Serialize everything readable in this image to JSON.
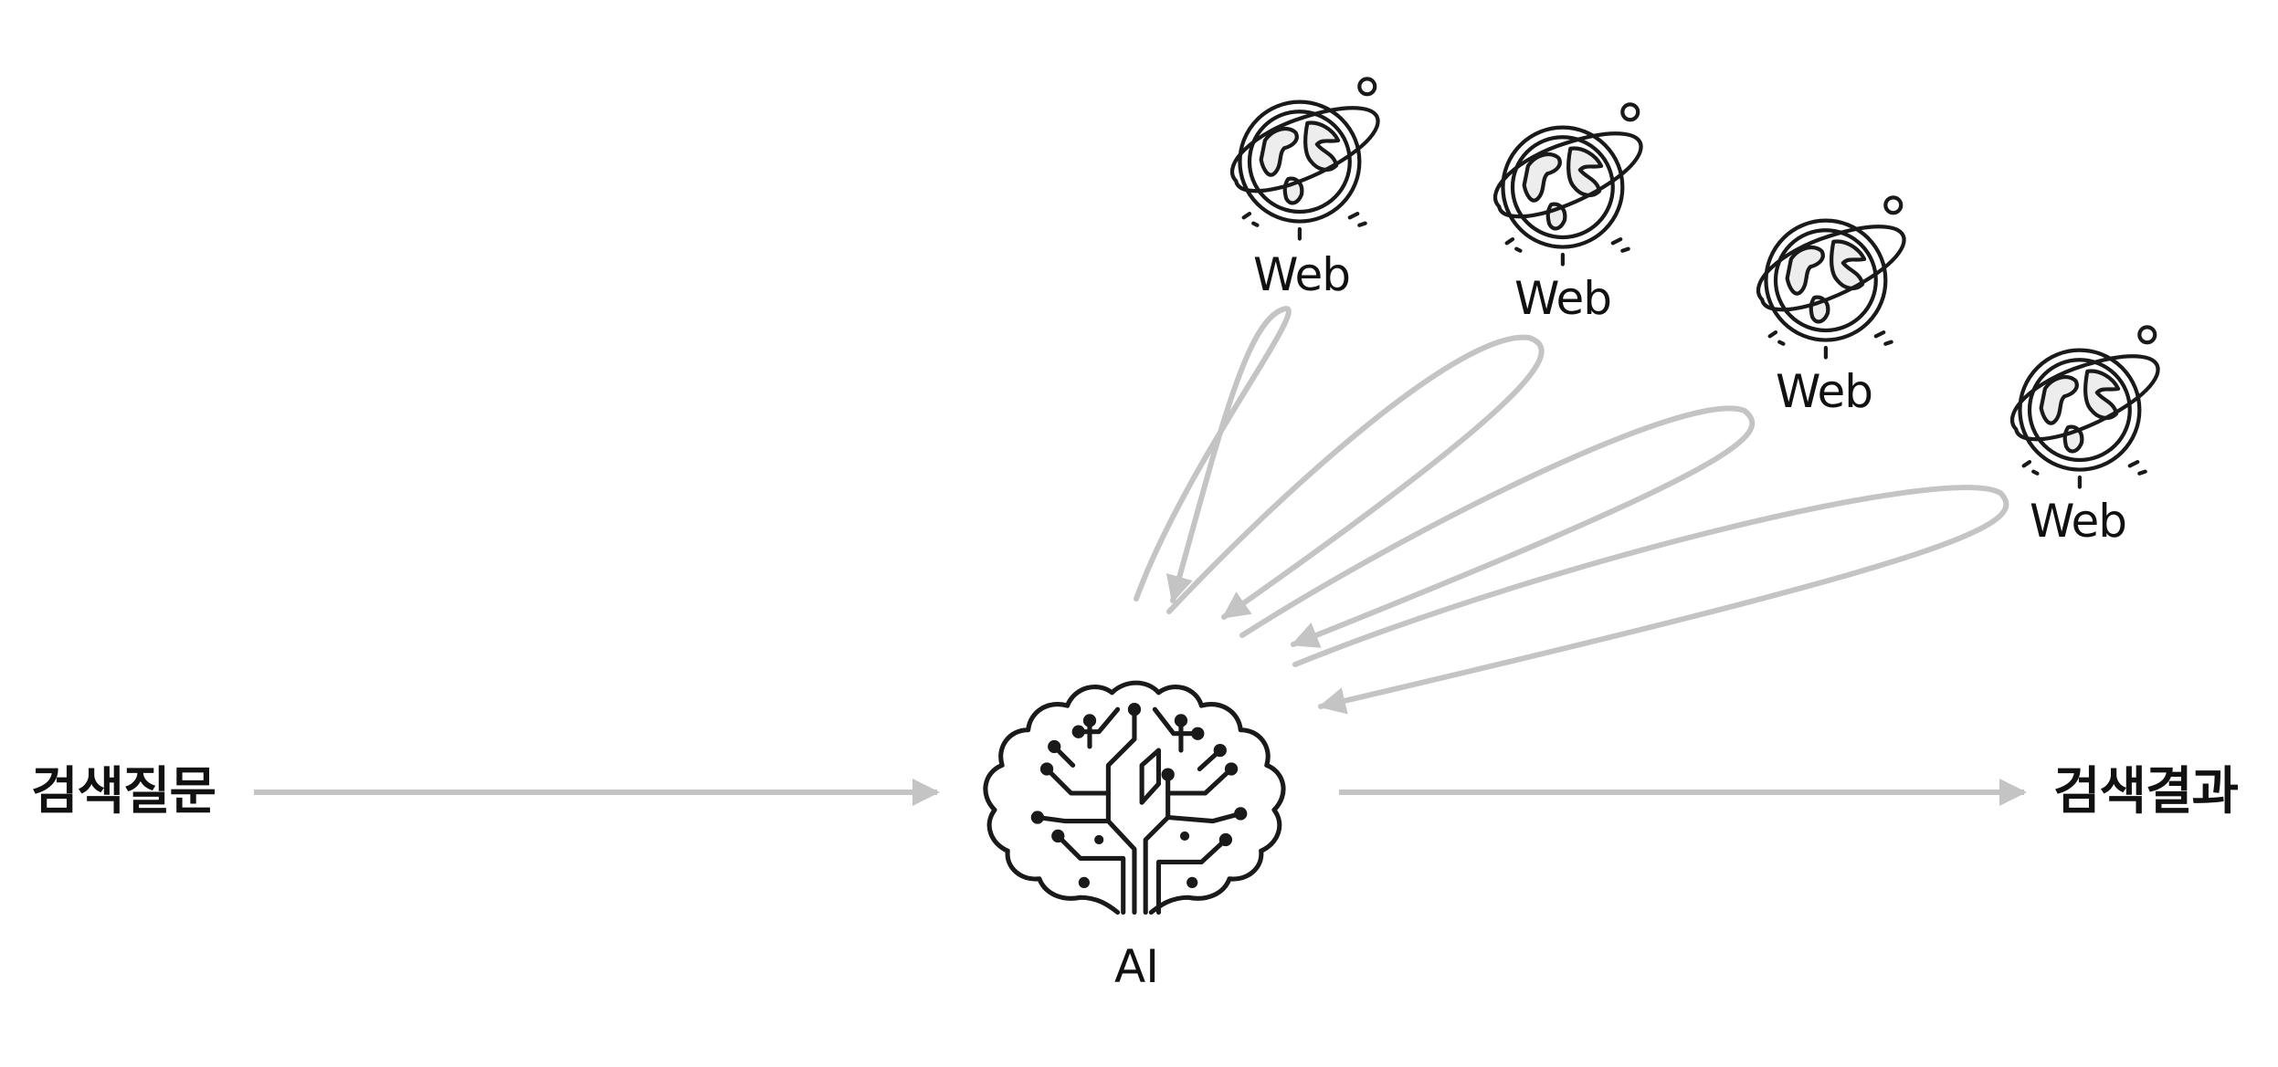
{
  "diagram": {
    "input_label": "검색질문",
    "output_label": "검색결과",
    "center_label": "AI",
    "center_icon": "brain-circuit-icon",
    "source_icon": "globe-orbit-icon",
    "sources": [
      {
        "label": "Web"
      },
      {
        "label": "Web"
      },
      {
        "label": "Web"
      },
      {
        "label": "Web"
      }
    ],
    "colors": {
      "arrow": "#c4c4c4",
      "icon_stroke": "#1a1a1a",
      "text": "#111111",
      "background": "#ffffff"
    }
  }
}
